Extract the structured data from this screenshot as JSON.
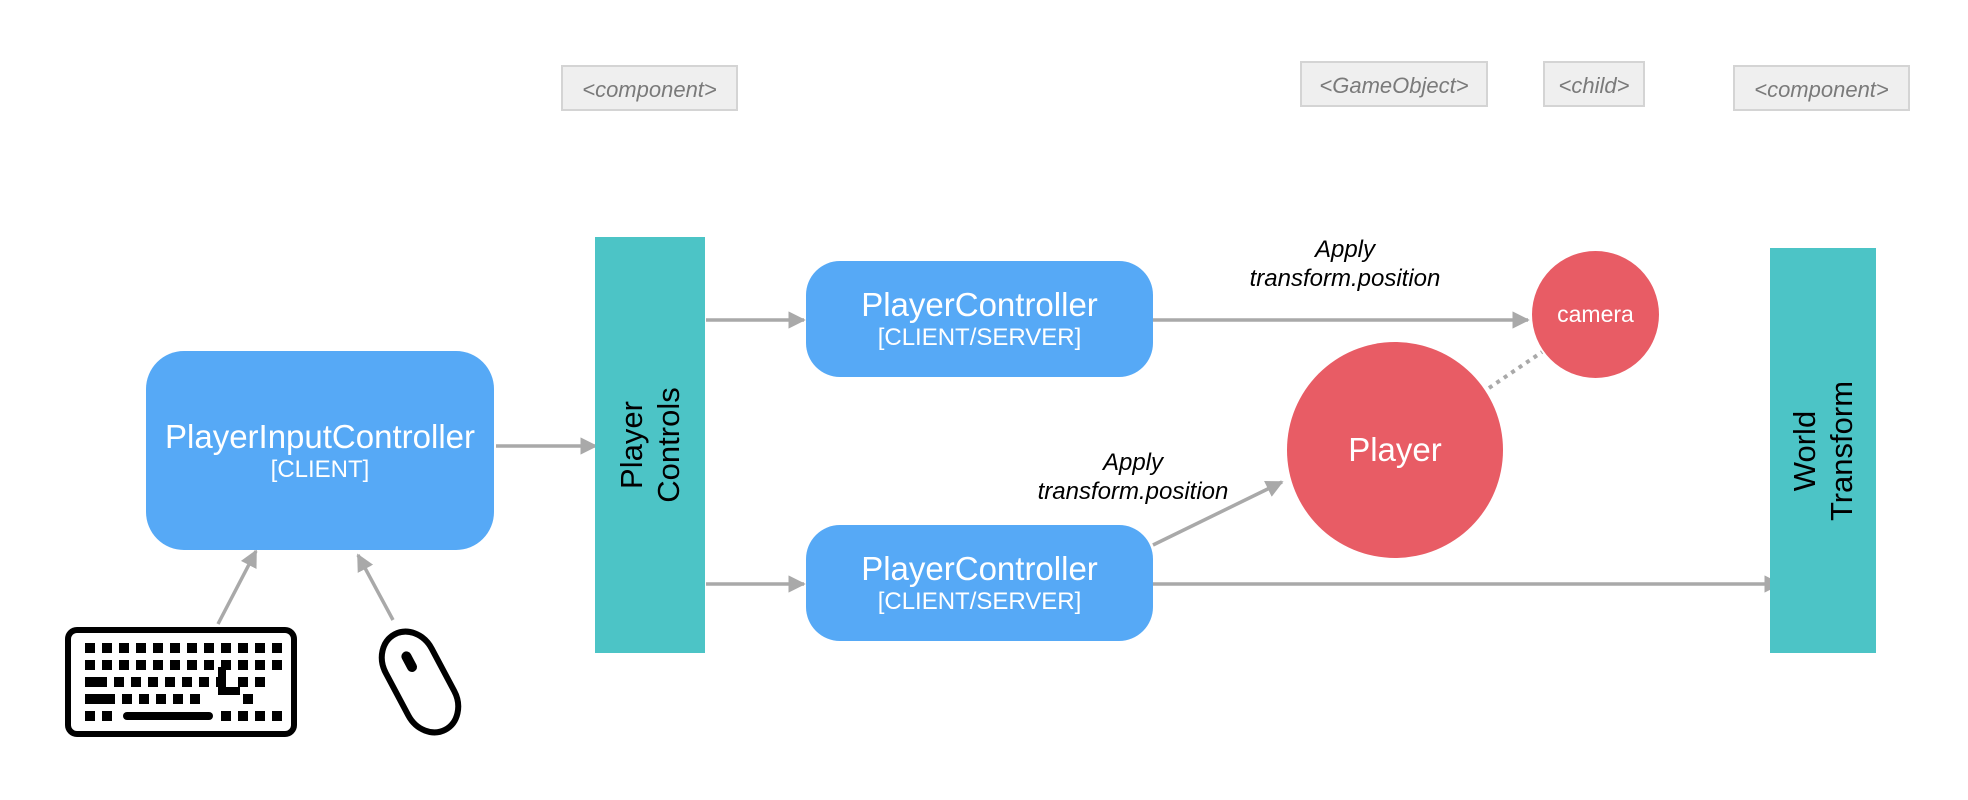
{
  "tags": {
    "component_left": "<component>",
    "gameobject": "<GameObject>",
    "child": "<child>",
    "component_right": "<component>"
  },
  "input_controller": {
    "title": "PlayerInputController",
    "role": "[CLIENT]"
  },
  "player_controls": {
    "line1": "Player",
    "line2": "Controls"
  },
  "controller_top": {
    "title": "PlayerController",
    "role": "[CLIENT/SERVER]"
  },
  "controller_bottom": {
    "title": "PlayerController",
    "role": "[CLIENT/SERVER]"
  },
  "apply_top": {
    "line1": "Apply",
    "line2": "transform.position"
  },
  "apply_bottom": {
    "line1": "Apply",
    "line2": "transform.position"
  },
  "camera": {
    "label": "camera"
  },
  "player": {
    "label": "Player"
  },
  "world_transform": {
    "line1": "World",
    "line2": "Transform"
  },
  "colors": {
    "controller": "#56a9f6",
    "bar": "#4cc4c6",
    "entity": "#e85c65",
    "arrow": "#a9a9a9"
  }
}
